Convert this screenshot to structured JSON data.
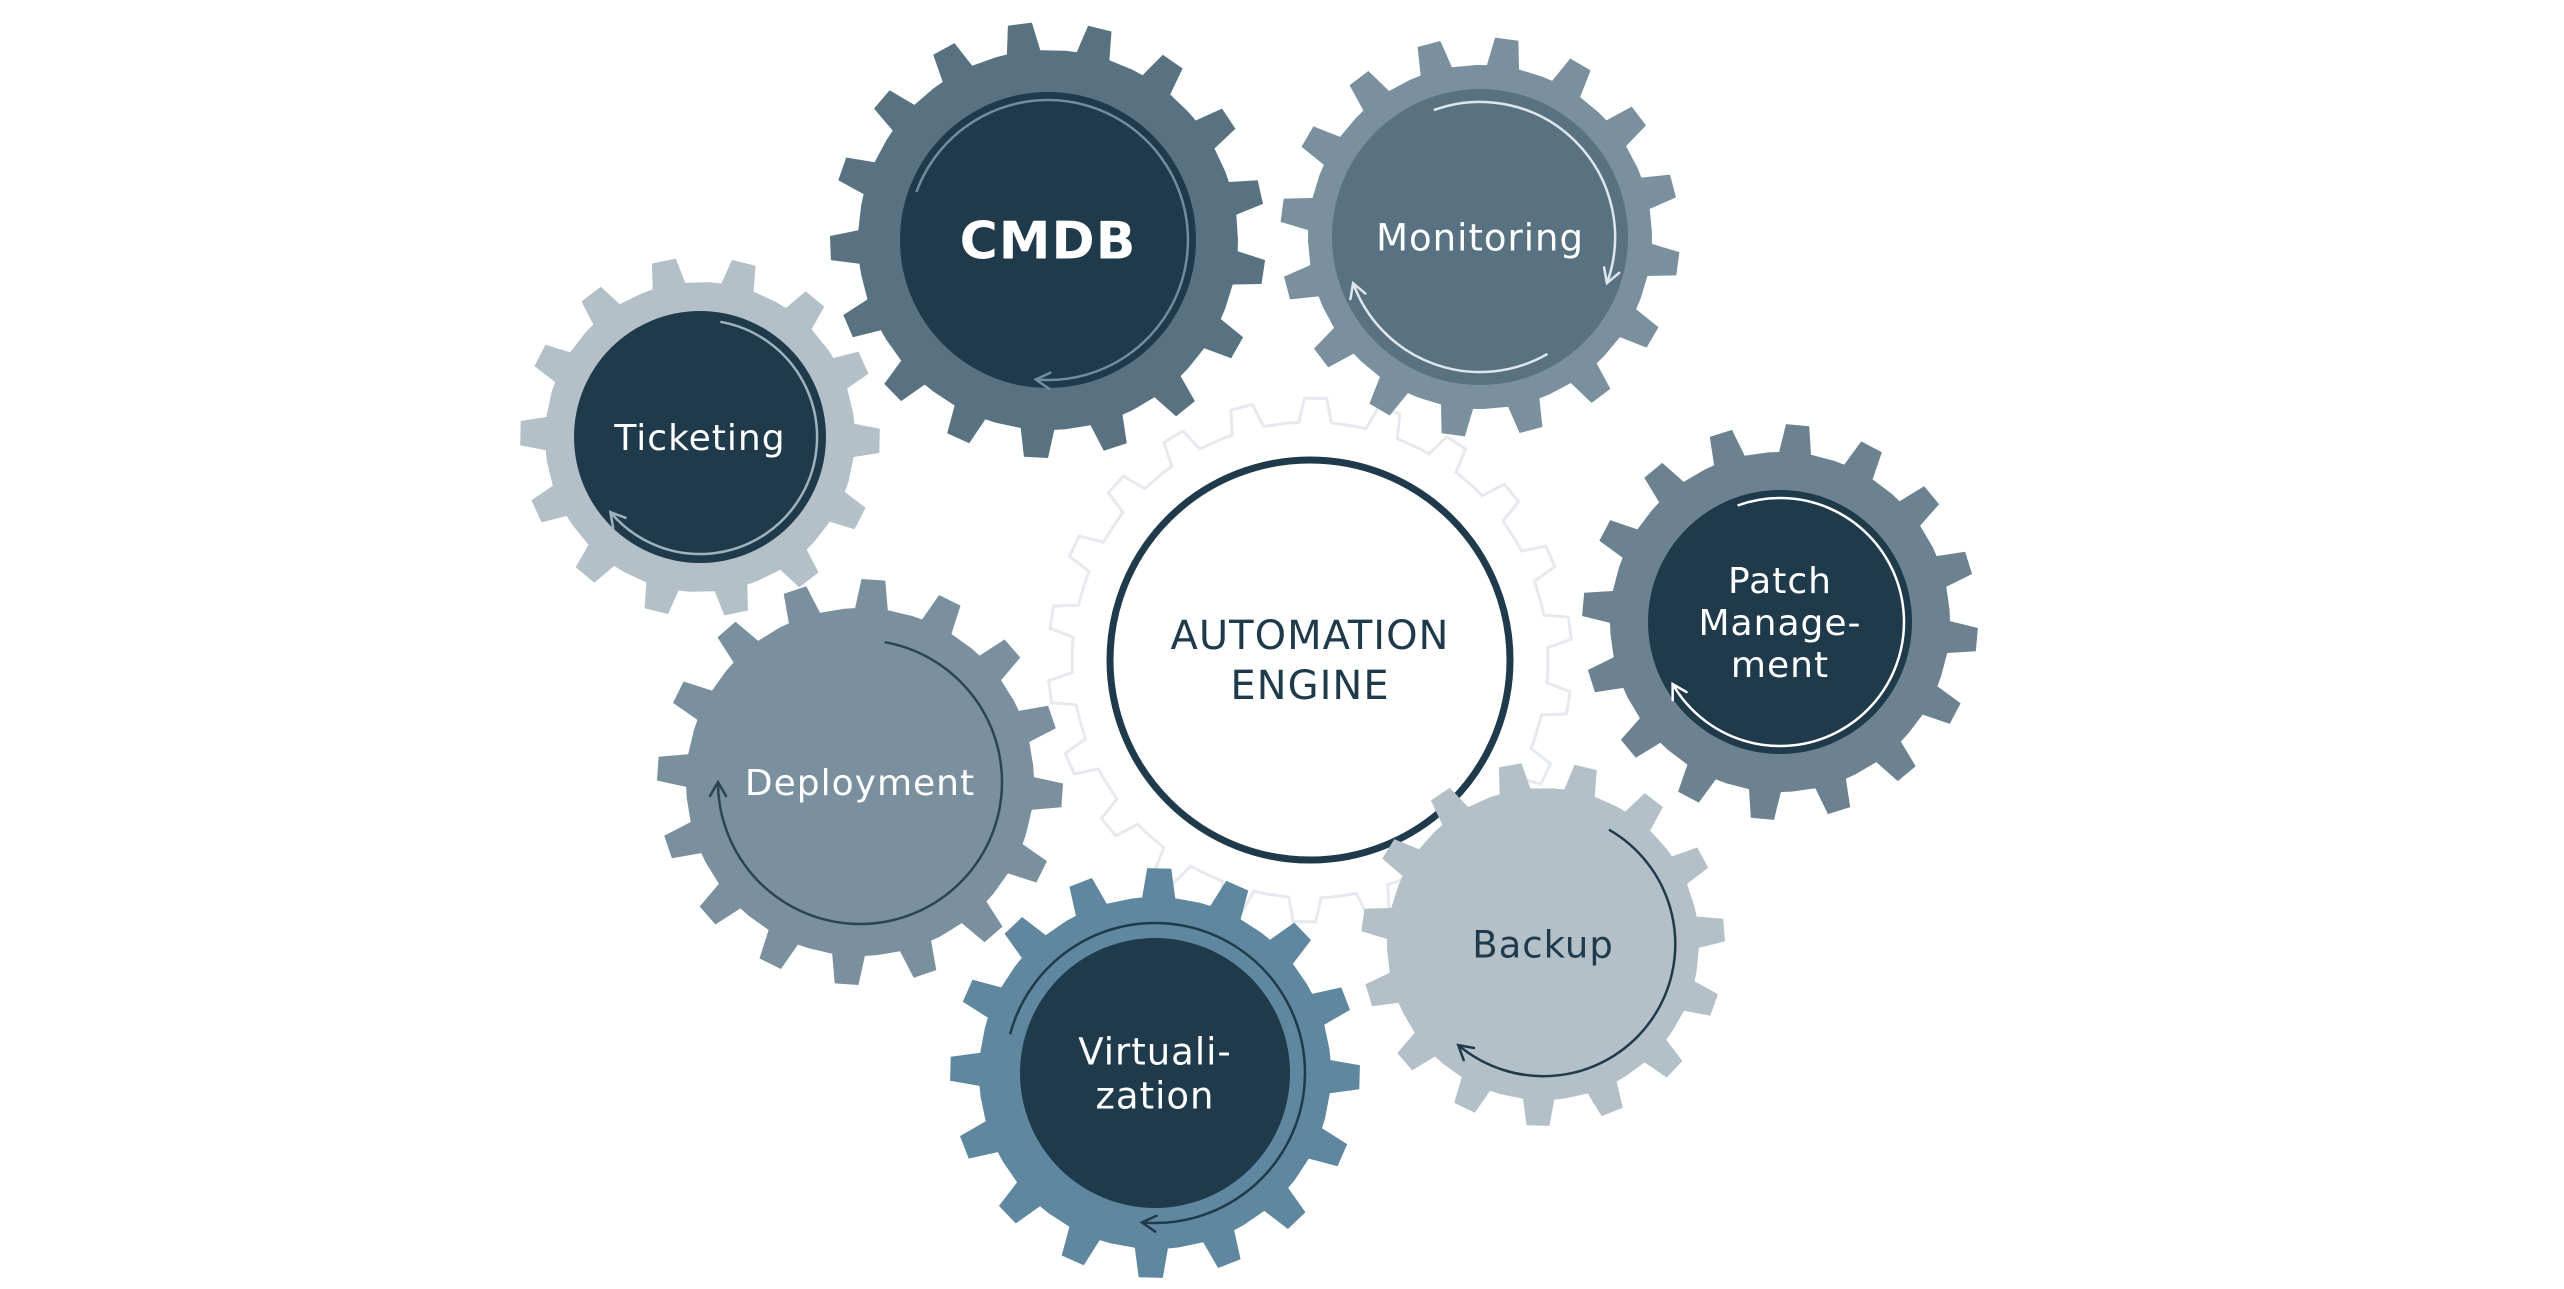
{
  "diagram": {
    "center": {
      "lines": [
        "AUTOMATION",
        "ENGINE"
      ],
      "text_color": "#1e3a4b",
      "ring_color": "#1e3a4b",
      "gear_color": "#ffffff",
      "gear_outline": "#e6eaee"
    },
    "gears": [
      {
        "id": "cmdb",
        "lines": [
          "CMDB"
        ],
        "gear_color": "#587282",
        "disc_color": "#1e3a4b",
        "text_color": "#ffffff",
        "arc_color": "#6f8fa0"
      },
      {
        "id": "monitoring",
        "lines": [
          "Monitoring"
        ],
        "gear_color": "#7a909e",
        "disc_color": "#587282",
        "text_color": "#ffffff",
        "arc_color": "#dfe7ec"
      },
      {
        "id": "ticketing",
        "lines": [
          "Ticketing"
        ],
        "gear_color": "#b3c0c8",
        "disc_color": "#1e3a4b",
        "text_color": "#ffffff",
        "arc_color": "#9fb3bf"
      },
      {
        "id": "patch-management",
        "lines": [
          "Patch",
          "Manage-",
          "ment"
        ],
        "gear_color": "#6c8291",
        "disc_color": "#1e3a4b",
        "text_color": "#ffffff",
        "arc_color": "#ffffff"
      },
      {
        "id": "deployment",
        "lines": [
          "Deployment"
        ],
        "gear_color": "#7a909e",
        "disc_color": "#7a909e",
        "text_color": "#ffffff",
        "arc_color": "#2b4456"
      },
      {
        "id": "backup",
        "lines": [
          "Backup"
        ],
        "gear_color": "#b3c0c8",
        "disc_color": "#b3c0c8",
        "text_color": "#1e3a4b",
        "arc_color": "#1e3a4b"
      },
      {
        "id": "virtualization",
        "lines": [
          "Virtuali-",
          "zation"
        ],
        "gear_color": "#5f879f",
        "disc_color": "#1e3a4b",
        "text_color": "#ffffff",
        "arc_color": "#1e3a4b"
      }
    ]
  }
}
